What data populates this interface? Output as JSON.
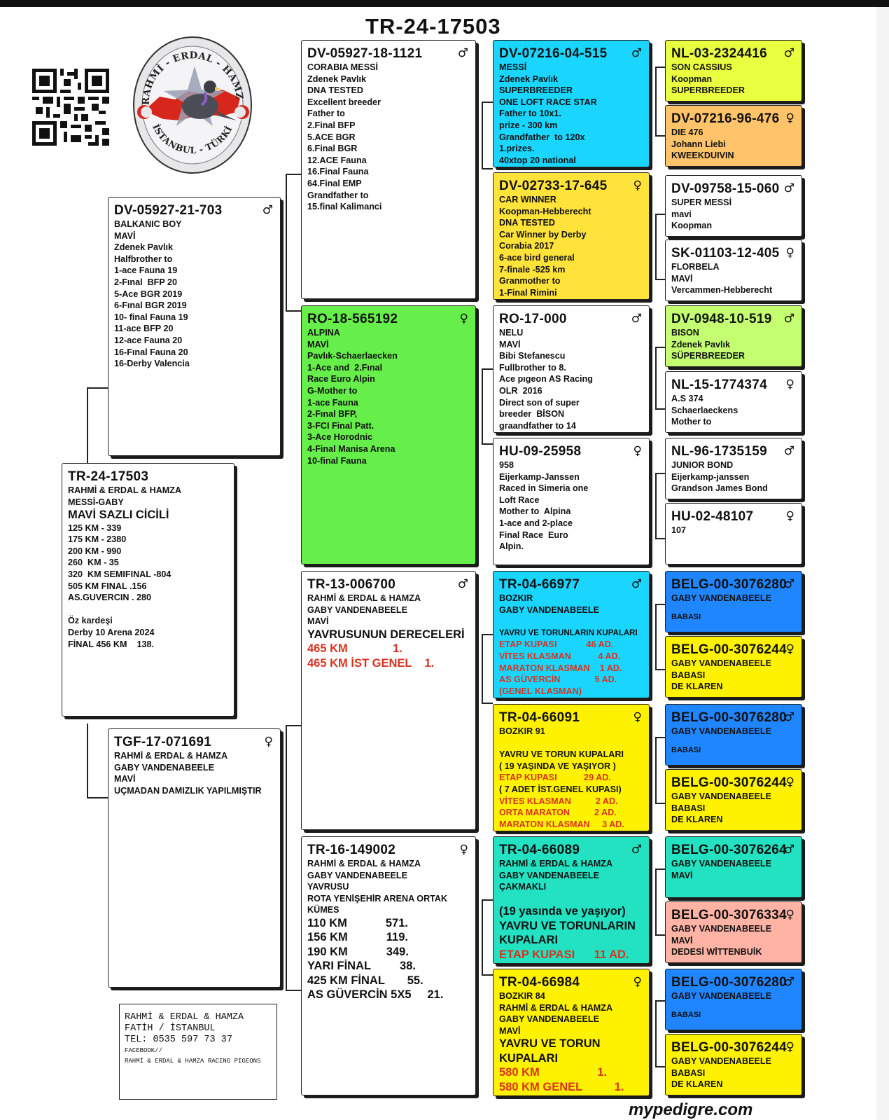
{
  "title": "TR-24-17503",
  "footer": "mypedigre.com",
  "logo": {
    "text_top": "RAHMİ - ERDAL - HAMZA",
    "text_bottom": "İSTANBUL - TÜRKİYE"
  },
  "contact": {
    "lines": [
      "RAHMİ & ERDAL & HAMZA",
      "FATİH / İSTANBUL",
      "TEL: 0535 597 73 37"
    ],
    "small": [
      "FACEBOOK//",
      "RAHMİ & ERDAL & HAMZA RACING PIGEONS"
    ]
  },
  "colors": {
    "green": "#66ee4a",
    "cyan": "#1ad6ff",
    "yellow": "#fff200",
    "gold": "#ffe33b",
    "teal": "#22e2c2",
    "blue": "#1f86ff",
    "lime": "#c4ff72",
    "yellowgreen": "#eaff40",
    "orange": "#ffc36a",
    "salmon": "#ffb3a5",
    "red_text": "#d9331f"
  },
  "boxes": [
    {
      "id": "subject",
      "sex": "",
      "ring": "TR-24-17503",
      "lines": [
        {
          "t": "RAHMİ & ERDAL & HAMZA"
        },
        {
          "t": "MESSİ-GABY"
        },
        {
          "t": "MAVİ SAZLI CİCİLİ",
          "big": true
        },
        {
          "t": "125 KM - 339"
        },
        {
          "t": "175 KM - 2380"
        },
        {
          "t": "200 KM - 990"
        },
        {
          "t": "260  KM - 35"
        },
        {
          "t": "320  KM SEMIFINAL -804"
        },
        {
          "t": "505 KM FINAL .156"
        },
        {
          "t": "AS.GUVERCIN . 280"
        },
        {
          "t": " "
        },
        {
          "t": "Öz kardeşi"
        },
        {
          "t": "Derby 10 Arena 2024"
        },
        {
          "t": "FİNAL 456 KM    138."
        }
      ]
    },
    {
      "id": "sire",
      "sex": "♂",
      "ring": "DV-05927-21-703",
      "lines": [
        {
          "t": "BALKANIC BOY"
        },
        {
          "t": "MAVİ"
        },
        {
          "t": "Zdenek Pavlık"
        },
        {
          "t": "Halfbrother to"
        },
        {
          "t": "1-ace Fauna 19"
        },
        {
          "t": "2-Fınal  BFP 20"
        },
        {
          "t": "5-Ace BGR 2019"
        },
        {
          "t": "6-Fınal BGR 2019"
        },
        {
          "t": "10- final Fauna 19"
        },
        {
          "t": "11-ace BFP 20"
        },
        {
          "t": "12-ace Fauna 20"
        },
        {
          "t": "16-Fınal Fauna 20"
        },
        {
          "t": "16-Derby Valencia"
        }
      ]
    },
    {
      "id": "dam",
      "sex": "♀",
      "ring": "TGF-17-071691",
      "lines": [
        {
          "t": "RAHMİ & ERDAL & HAMZA"
        },
        {
          "t": "GABY VANDENABEELE"
        },
        {
          "t": "MAVİ"
        },
        {
          "t": "UÇMADAN DAMIZLIK YAPILMIŞTIR"
        }
      ]
    },
    {
      "id": "ss",
      "sex": "♂",
      "ring": "DV-05927-18-1121",
      "lines": [
        {
          "t": "CORABIA MESSİ"
        },
        {
          "t": "Zdenek Pavlık"
        },
        {
          "t": "DNA TESTED"
        },
        {
          "t": "Excellent breeder"
        },
        {
          "t": "Father to"
        },
        {
          "t": "2.Final BFP"
        },
        {
          "t": "5.ACE BGR"
        },
        {
          "t": "6.Final BGR"
        },
        {
          "t": "12.ACE Fauna"
        },
        {
          "t": "16.Final Fauna"
        },
        {
          "t": "64.Final EMP"
        },
        {
          "t": "Grandfather to"
        },
        {
          "t": "15.final Kalimanci"
        }
      ]
    },
    {
      "id": "sd",
      "sex": "♀",
      "ring": "RO-18-565192",
      "lines": [
        {
          "t": "ALPINA"
        },
        {
          "t": "MAVİ"
        },
        {
          "t": "Pavlık-Schaerlaecken"
        },
        {
          "t": "1-Ace and  2.Fınal"
        },
        {
          "t": "Race Euro Alpin"
        },
        {
          "t": "G-Mother to"
        },
        {
          "t": "1-ace Fauna"
        },
        {
          "t": "2-Fınal BFP,"
        },
        {
          "t": "3-FCI Final Patt."
        },
        {
          "t": "3-Ace Horodnic"
        },
        {
          "t": "4-Final Manisa Arena"
        },
        {
          "t": "10-final Fauna"
        }
      ]
    },
    {
      "id": "ds",
      "sex": "♂",
      "ring": "TR-13-006700",
      "lines": [
        {
          "t": "RAHMİ & ERDAL & HAMZA"
        },
        {
          "t": "GABY VANDENABEELE"
        },
        {
          "t": "MAVİ"
        },
        {
          "t": "YAVRUSUNUN DERECELERİ",
          "big": true
        },
        {
          "t": "465 KM              1.",
          "big": true,
          "c": "red"
        },
        {
          "t": "465 KM İST GENEL    1.",
          "big": true,
          "c": "red"
        }
      ]
    },
    {
      "id": "dd",
      "sex": "♀",
      "ring": "TR-16-149002",
      "lines": [
        {
          "t": "RAHMİ & ERDAL & HAMZA"
        },
        {
          "t": "GABY VANDENABEELE"
        },
        {
          "t": "YAVRUSU"
        },
        {
          "t": "ROTA YENİŞEHİR ARENA ORTAK"
        },
        {
          "t": "KÜMES"
        },
        {
          "t": "110 KM            571.",
          "big": true
        },
        {
          "t": "156 KM            119.",
          "big": true
        },
        {
          "t": "190 KM            349.",
          "big": true
        },
        {
          "t": "YARI FİNAL         38.",
          "big": true
        },
        {
          "t": "425 KM FİNAL       55.",
          "big": true
        },
        {
          "t": "AS GÜVERCİN 5X5     21.",
          "big": true
        }
      ]
    },
    {
      "id": "sss",
      "sex": "♂",
      "ring": "DV-07216-04-515",
      "lines": [
        {
          "t": "MESSİ"
        },
        {
          "t": "Zdenek Pavlık"
        },
        {
          "t": "SUPERBREEDER"
        },
        {
          "t": "ONE LOFT RACE STAR"
        },
        {
          "t": "Father to 10x1."
        },
        {
          "t": "prize - 300 km"
        },
        {
          "t": "Grandfather  to 120x"
        },
        {
          "t": "1.prizes."
        },
        {
          "t": "40xtop 20 national"
        }
      ]
    },
    {
      "id": "ssd",
      "sex": "♀",
      "ring": "DV-02733-17-645",
      "lines": [
        {
          "t": "CAR WINNER"
        },
        {
          "t": "Koopman-Hebberecht"
        },
        {
          "t": "DNA TESTED"
        },
        {
          "t": "Car Winner by Derby"
        },
        {
          "t": "Corabia 2017"
        },
        {
          "t": "6-ace bird general"
        },
        {
          "t": "7-finale -525 km"
        },
        {
          "t": "Granmother to"
        },
        {
          "t": "1-Final Rimini"
        }
      ]
    },
    {
      "id": "sds",
      "sex": "♂",
      "ring": "RO-17-000",
      "lines": [
        {
          "t": "NELU"
        },
        {
          "t": "MAVİ"
        },
        {
          "t": "Bibi Stefanescu"
        },
        {
          "t": "Fullbrother to 8."
        },
        {
          "t": "Ace pıgeon AS Racing"
        },
        {
          "t": "OLR  2016"
        },
        {
          "t": "Direct son of super"
        },
        {
          "t": "breeder  BİSON"
        },
        {
          "t": "graandfather to 14"
        }
      ]
    },
    {
      "id": "sdd",
      "sex": "♀",
      "ring": "HU-09-25958",
      "lines": [
        {
          "t": "958"
        },
        {
          "t": "Eijerkamp-Janssen"
        },
        {
          "t": "Raced in Simeria one"
        },
        {
          "t": "Loft Race"
        },
        {
          "t": "Mother to  Alpina"
        },
        {
          "t": "1-ace and 2-place"
        },
        {
          "t": "Final Race  Euro"
        },
        {
          "t": "Alpin."
        }
      ]
    },
    {
      "id": "dss",
      "sex": "♂",
      "ring": "TR-04-66977",
      "lines": [
        {
          "t": "BOZKIR"
        },
        {
          "t": "GABY VANDENABEELE"
        },
        {
          "t": " ",
          "sp": true
        },
        {
          "t": "YAVRU VE TORUNLARIN KUPALARI",
          "sm": true
        },
        {
          "t": "ETAP KUPASI            46 AD.",
          "c": "red"
        },
        {
          "t": "VİTES KLASMAN           4 AD.",
          "c": "red"
        },
        {
          "t": "MARATON KLASMAN    1 AD.",
          "c": "red"
        },
        {
          "t": "AS GÜVERCİN              5 AD.",
          "c": "red"
        },
        {
          "t": "(GENEL KLASMAN)",
          "c": "red"
        }
      ]
    },
    {
      "id": "dsd",
      "sex": "♀",
      "ring": "TR-04-66091",
      "lines": [
        {
          "t": "BOZKIR 91"
        },
        {
          "t": " ",
          "sp": true
        },
        {
          "t": "YAVRU VE TORUN KUPALARI"
        },
        {
          "t": "( 19 YAŞINDA VE YAŞIYOR )"
        },
        {
          "t": "ETAP KUPASI           29 AD.",
          "c": "red"
        },
        {
          "t": "( 7 ADET İST.GENEL KUPASI)"
        },
        {
          "t": "VİTES KLASMAN          2 AD.",
          "c": "red"
        },
        {
          "t": "ORTA MARATON          2 AD.",
          "c": "red"
        },
        {
          "t": "MARATON KLASMAN     3 AD.",
          "c": "red"
        }
      ]
    },
    {
      "id": "dds",
      "sex": "♂",
      "ring": "TR-04-66089",
      "lines": [
        {
          "t": "RAHMİ & ERDAL & HAMZA"
        },
        {
          "t": "GABY VANDENABEELE"
        },
        {
          "t": "ÇAKMAKLI"
        },
        {
          "t": " ",
          "sp": true
        },
        {
          "t": "(19 yasında ve yaşıyor)",
          "big": true
        },
        {
          "t": "YAVRU VE TORUNLARIN",
          "big": true
        },
        {
          "t": "KUPALARI",
          "big": true
        },
        {
          "t": "ETAP KUPASI      11 AD.",
          "big": true,
          "c": "red"
        }
      ]
    },
    {
      "id": "ddd",
      "sex": "♀",
      "ring": "TR-04-66984",
      "lines": [
        {
          "t": "BOZKIR 84"
        },
        {
          "t": "RAHMİ & ERDAL & HAMZA"
        },
        {
          "t": "GABY VANDENABEELE"
        },
        {
          "t": "MAVİ"
        },
        {
          "t": "YAVRU VE TORUN",
          "big": true
        },
        {
          "t": "KUPALARI",
          "big": true
        },
        {
          "t": "580 KM                  1.",
          "big": true,
          "c": "red"
        },
        {
          "t": "580 KM GENEL          1.",
          "big": true,
          "c": "red"
        }
      ]
    },
    {
      "id": "g1",
      "sex": "♂",
      "ring": "NL-03-2324416",
      "lines": [
        {
          "t": "SON CASSIUS"
        },
        {
          "t": "Koopman"
        },
        {
          "t": "SUPERBREEDER"
        }
      ]
    },
    {
      "id": "g2",
      "sex": "♀",
      "ring": "DV-07216-96-476",
      "lines": [
        {
          "t": "DIE 476"
        },
        {
          "t": "Johann Liebi"
        },
        {
          "t": "KWEEKDUIVIN"
        }
      ]
    },
    {
      "id": "g3",
      "sex": "♂",
      "ring": "DV-09758-15-060",
      "lines": [
        {
          "t": "SUPER MESSİ"
        },
        {
          "t": "mavi"
        },
        {
          "t": "Koopman"
        }
      ]
    },
    {
      "id": "g4",
      "sex": "♀",
      "ring": "SK-01103-12-405",
      "lines": [
        {
          "t": "FLORBELA"
        },
        {
          "t": "MAVİ"
        },
        {
          "t": "Vercammen-Hebberecht"
        }
      ]
    },
    {
      "id": "g5",
      "sex": "♂",
      "ring": "DV-0948-10-519",
      "lines": [
        {
          "t": "BISON"
        },
        {
          "t": "Zdenek Pavlık"
        },
        {
          "t": "SÜPERBREEDER"
        }
      ]
    },
    {
      "id": "g6",
      "sex": "♀",
      "ring": "NL-15-1774374",
      "lines": [
        {
          "t": "A.S 374"
        },
        {
          "t": "Schaerlaeckens"
        },
        {
          "t": "Mother to"
        }
      ]
    },
    {
      "id": "g7",
      "sex": "♂",
      "ring": "NL-96-1735159",
      "lines": [
        {
          "t": "JUNIOR BOND"
        },
        {
          "t": "Eijerkamp-janssen"
        },
        {
          "t": "Grandson James Bond"
        }
      ]
    },
    {
      "id": "g8",
      "sex": "♀",
      "ring": "HU-02-48107",
      "lines": [
        {
          "t": "107"
        }
      ]
    },
    {
      "id": "g9",
      "sex": "♂",
      "ring": "BELG-00-3076280",
      "lines": [
        {
          "t": "GABY VANDENABEELE"
        },
        {
          "t": "BABASI",
          "note": true
        }
      ]
    },
    {
      "id": "g10",
      "sex": "♀",
      "ring": "BELG-00-3076244",
      "lines": [
        {
          "t": "GABY VANDENABEELE"
        },
        {
          "t": "BABASI"
        },
        {
          "t": "DE KLAREN"
        }
      ]
    },
    {
      "id": "g11",
      "sex": "♂",
      "ring": "BELG-00-3076280",
      "lines": [
        {
          "t": "GABY VANDENABEELE"
        },
        {
          "t": "BABASI",
          "note": true
        }
      ]
    },
    {
      "id": "g12",
      "sex": "♀",
      "ring": "BELG-00-3076244",
      "lines": [
        {
          "t": "GABY VANDENABEELE"
        },
        {
          "t": "BABASI"
        },
        {
          "t": "DE KLAREN"
        }
      ]
    },
    {
      "id": "g13",
      "sex": "♂",
      "ring": "BELG-00-3076264",
      "lines": [
        {
          "t": "GABY VANDENABEELE"
        },
        {
          "t": "MAVİ"
        }
      ]
    },
    {
      "id": "g14",
      "sex": "♀",
      "ring": "BELG-00-3076334",
      "lines": [
        {
          "t": "GABY VANDENABEELE"
        },
        {
          "t": "MAVİ"
        },
        {
          "t": "DEDESİ WİTTENBUİK"
        }
      ]
    },
    {
      "id": "g15",
      "sex": "♂",
      "ring": "BELG-00-3076280",
      "lines": [
        {
          "t": "GABY VANDENABEELE"
        },
        {
          "t": "BABASI",
          "note": true
        }
      ]
    },
    {
      "id": "g16",
      "sex": "♀",
      "ring": "BELG-00-3076244",
      "lines": [
        {
          "t": "GABY VANDENABEELE"
        },
        {
          "t": "BABASI"
        },
        {
          "t": "DE KLAREN"
        }
      ]
    }
  ]
}
